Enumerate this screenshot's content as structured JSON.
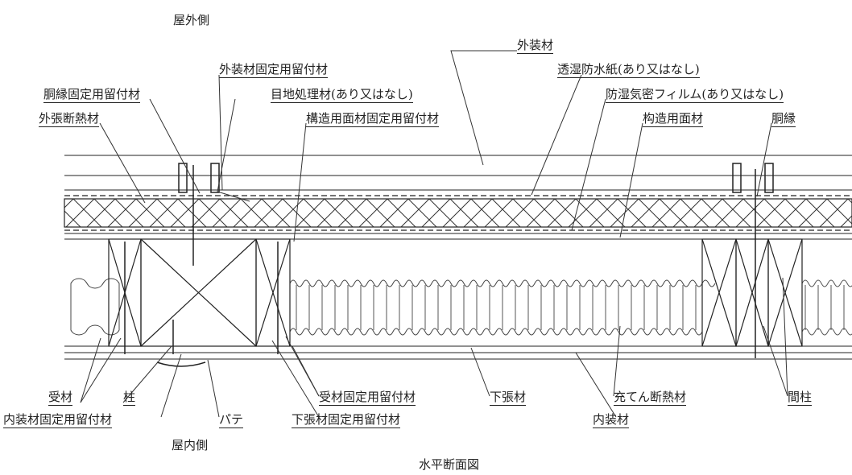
{
  "side_outer": "屋外側",
  "side_inner": "屋内側",
  "caption": "水平断面図",
  "labels": {
    "gaisouzai": "外装材",
    "gaisou_kotei": "外装材固定用留付材",
    "tou_shitsu": "透湿防水紙(あり又はなし)",
    "doubuchi_kotei": "胴縁固定用留付材",
    "meji": "目地処理材(あり又はなし)",
    "boushitsu": "防湿気密フィルム(あり又はなし)",
    "sotobari": "外張断熱材",
    "kouzou_kotei": "構造用面材固定用留付材",
    "kouzou_menzai": "构造用面材",
    "doubuchi": "胴縁",
    "ukezai": "受材",
    "hashira": "柱",
    "naisou_kotei": "内装材固定用留付材",
    "pate": "パテ",
    "ukezai_kotei": "受材固定用留付材",
    "shitabari_kotei": "下張材固定用留付材",
    "shitabari": "下張材",
    "juten": "充てん断熱材",
    "naisouzai": "内装材",
    "mabashira": "間柱"
  }
}
